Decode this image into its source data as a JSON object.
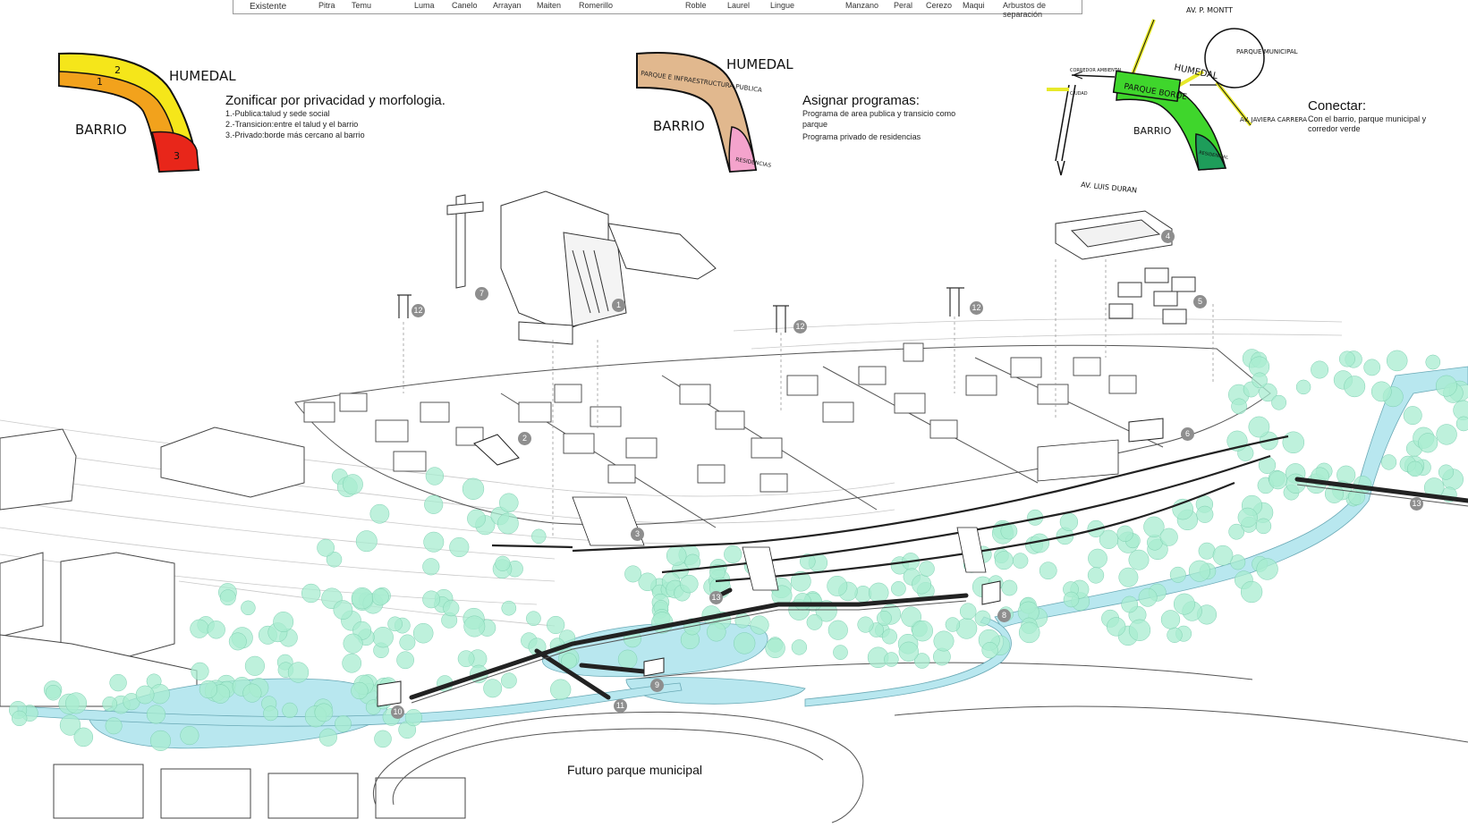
{
  "legend_row": {
    "first": "Existente",
    "items": [
      "Pitra",
      "Temu",
      "Luma",
      "Canelo",
      "Arrayan",
      "Maiten",
      "Romerillo",
      "Roble",
      "Laurel",
      "Lingue",
      "Manzano",
      "Peral",
      "Cerezo",
      "Maqui",
      "Arbustos de separación"
    ]
  },
  "step_zonify": {
    "sketch_labels": {
      "humedal": "HUMEDAL",
      "barrio": "BARRIO",
      "z1": "1",
      "z2": "2",
      "z3": "3"
    },
    "title": "Zonificar por privacidad y morfologia.",
    "lines": [
      "1.-Publica:talud y sede social",
      "2.-Transicion:entre el talud y el barrio",
      "3.-Privado:borde más cercano al barrio"
    ]
  },
  "step_programs": {
    "sketch_labels": {
      "humedal": "HUMEDAL",
      "barrio": "BARRIO",
      "zone_public": "PARQUE E INFRAESTRUCTURA PUBLICA",
      "zone_private": "RESIDENCIAS"
    },
    "title": "Asignar programas:",
    "lines": [
      "Programa de area publica y transicio  como",
      "parque",
      "Programa privado de residencias"
    ]
  },
  "step_connect": {
    "sketch_labels": {
      "av_top": "AV. P. MONTT",
      "parque_municipal": "PARQUE MUNICIPAL",
      "humedal": "HUMEDAL",
      "parque_borde": "PARQUE BORDE",
      "barrio": "BARRIO",
      "residencial": "RESIDENCIAL",
      "av_bottom": "AV. LUIS DURAN",
      "av_right": "AV. JAVIERA CARRERA",
      "corredor": "CORREDOR AMBIENTAL",
      "ciudad": "CIUDAD"
    },
    "title": "Conectar:",
    "lines": [
      "Con el barrio, parque municipal y",
      "corredor verde"
    ]
  },
  "markers": [
    "1",
    "2",
    "3",
    "4",
    "5",
    "6",
    "7",
    "8",
    "9",
    "10",
    "11",
    "12",
    "12",
    "12",
    "13",
    "13"
  ],
  "caption": "Futuro parque municipal",
  "colors": {
    "zone_yellow": "#f5e61a",
    "zone_orange": "#f2a21c",
    "zone_red": "#e8261a",
    "zone_tan": "#e1b88e",
    "zone_pink": "#f4a3cc",
    "zone_green": "#3fd62c",
    "zone_darkgreen": "#1e9d5a",
    "water": "#b8e7ef",
    "trees": "#a8ecd0",
    "walkway": "#222222",
    "road_yellow": "#e7e92a"
  }
}
